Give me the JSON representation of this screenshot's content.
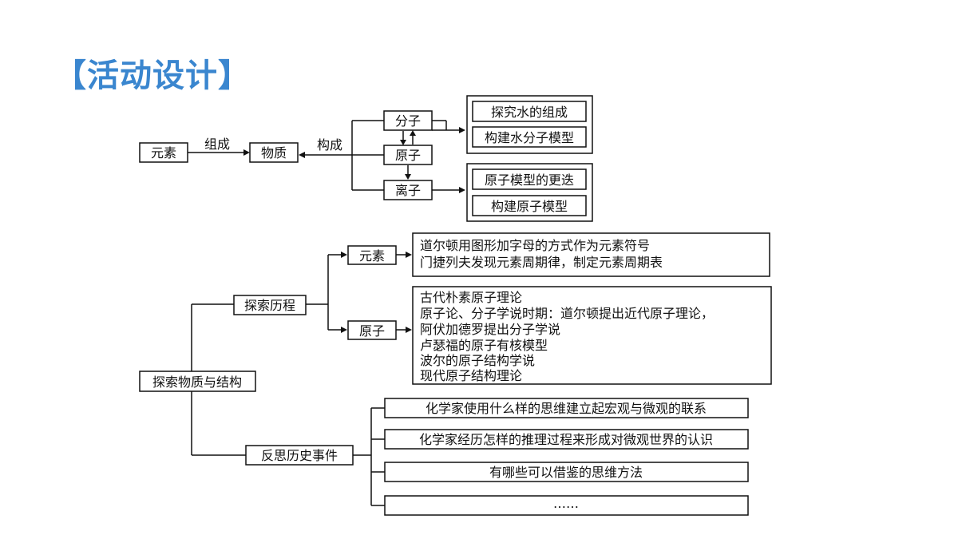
{
  "title": "【活动设计】",
  "top": {
    "element": "元素",
    "compose": "组成",
    "matter": "物质",
    "construct": "构成",
    "molecule": "分子",
    "atom": "原子",
    "ion": "离子",
    "group1": [
      "探究水的组成",
      "构建水分子模型"
    ],
    "group2": [
      "原子模型的更迭",
      "构建原子模型"
    ]
  },
  "bottom": {
    "root": "探索物质与结构",
    "history": "探索历程",
    "reflect": "反思历史事件",
    "element": "元素",
    "atom": "原子",
    "element_lines": [
      "道尔顿用图形加字母的方式作为元素符号",
      "门捷列夫发现元素周期律，制定元素周期表"
    ],
    "atom_lines": [
      "古代朴素原子理论",
      "原子论、分子学说时期：道尔顿提出近代原子理论，",
      "阿伏加德罗提出分子学说",
      "卢瑟福的原子有核模型",
      "波尔的原子结构学说",
      "现代原子结构理论"
    ],
    "questions": [
      "化学家使用什么样的思维建立起宏观与微观的联系",
      "化学家经历怎样的推理过程来形成对微观世界的认识",
      "有哪些可以借鉴的思维方法",
      "……"
    ]
  }
}
